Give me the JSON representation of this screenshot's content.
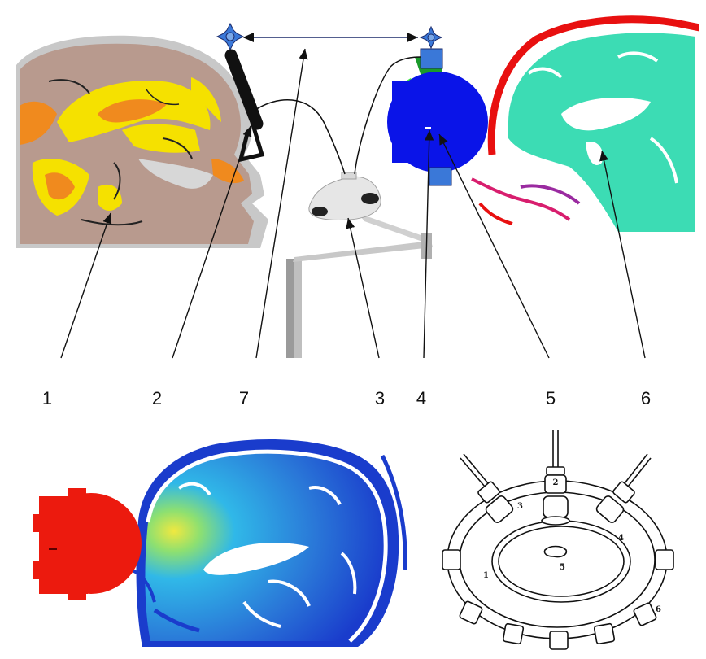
{
  "figure": {
    "top_labels": [
      "1",
      "2",
      "7",
      "3",
      "4",
      "5",
      "6"
    ],
    "schematic_labels": [
      "1",
      "2",
      "3",
      "4",
      "5",
      "6"
    ]
  },
  "colors": {
    "tissue": "#b89a8e",
    "white_matter": "#f5e100",
    "csf": "#f08a1e",
    "skull": "#c8c8c8",
    "transducer": "#0a14e8",
    "scalp_red": "#e81010",
    "brain_teal": "#3cdcb4",
    "field_blue": "#1a3ccc",
    "field_light": "#30b8e8",
    "field_hot": "#f0e840",
    "red_transducer": "#ec1a0e",
    "arm_black": "#111111",
    "target_marker": "#3a78d8"
  },
  "icons": [
    "crosshair-target-icon",
    "crosshair-target-icon"
  ]
}
